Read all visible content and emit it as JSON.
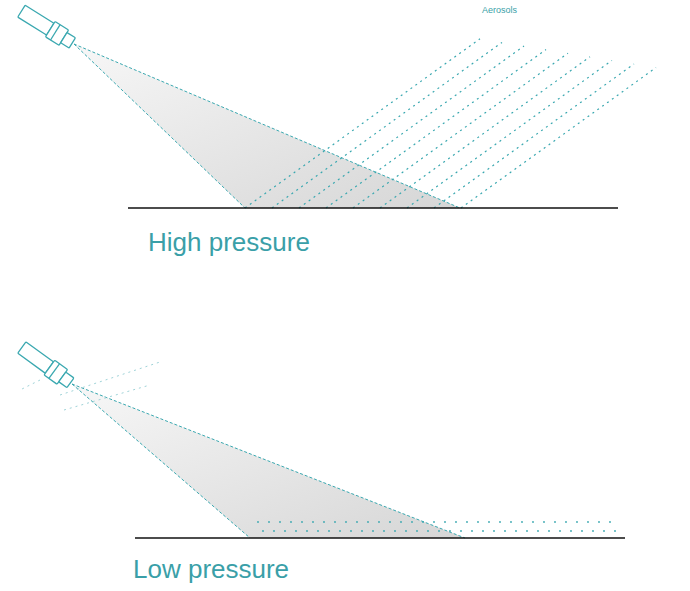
{
  "diagram": {
    "labels": [
      "Aerosols",
      "High pressure",
      "Low pressure"
    ]
  }
}
